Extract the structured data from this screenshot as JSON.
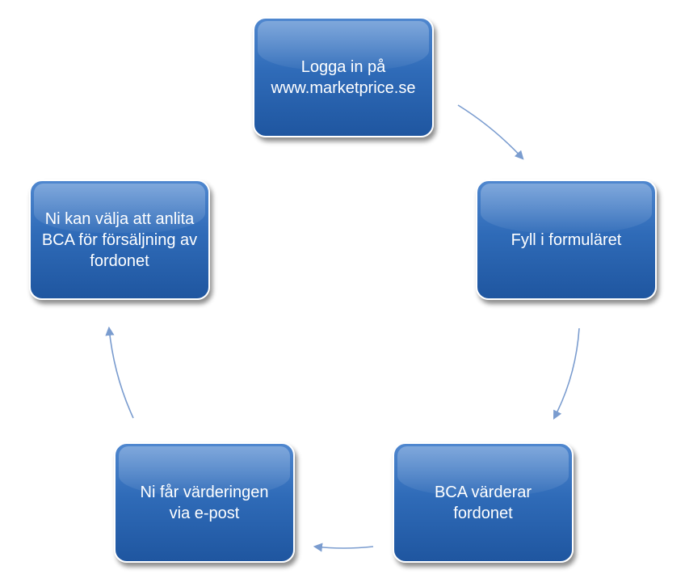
{
  "colors": {
    "node_fill": "#2f6bb8",
    "node_border": "#ffffff",
    "connector": "#7a9ccf",
    "text": "#ffffff"
  },
  "steps": [
    {
      "label": "Logga in på\nwww.marketprice.se"
    },
    {
      "label": "Fyll i formuläret"
    },
    {
      "label": "BCA värderar\nfordonet"
    },
    {
      "label": "Ni får värderingen\nvia e-post"
    },
    {
      "label": "Ni kan välja att anlita\nBCA för försäljning av\nfordonet"
    }
  ]
}
